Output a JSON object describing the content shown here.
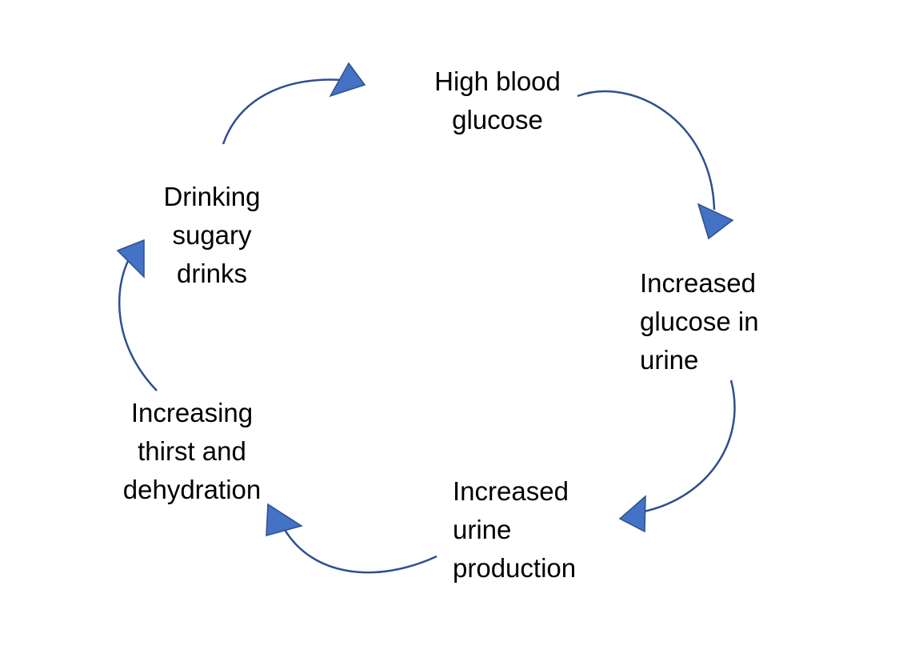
{
  "diagram": {
    "type": "cycle",
    "colors": {
      "arrow_stroke": "#2F4F8F",
      "arrowhead_fill": "#4472C4",
      "text": "#000000",
      "background": "#FFFFFF"
    },
    "nodes": [
      {
        "id": "high-blood-glucose",
        "lines": [
          "High blood",
          "glucose"
        ]
      },
      {
        "id": "increased-glucose-in-urine",
        "lines": [
          "Increased",
          "glucose in",
          "urine"
        ]
      },
      {
        "id": "increased-urine-production",
        "lines": [
          "Increased",
          "urine",
          "production"
        ]
      },
      {
        "id": "increasing-thirst-and-dehydration",
        "lines": [
          "Increasing",
          "thirst and",
          "dehydration"
        ]
      },
      {
        "id": "drinking-sugary-drinks",
        "lines": [
          "Drinking",
          "sugary",
          "drinks"
        ]
      }
    ],
    "edges": [
      {
        "from": "high-blood-glucose",
        "to": "increased-glucose-in-urine"
      },
      {
        "from": "increased-glucose-in-urine",
        "to": "increased-urine-production"
      },
      {
        "from": "increased-urine-production",
        "to": "increasing-thirst-and-dehydration"
      },
      {
        "from": "increasing-thirst-and-dehydration",
        "to": "drinking-sugary-drinks"
      },
      {
        "from": "drinking-sugary-drinks",
        "to": "high-blood-glucose"
      }
    ]
  }
}
